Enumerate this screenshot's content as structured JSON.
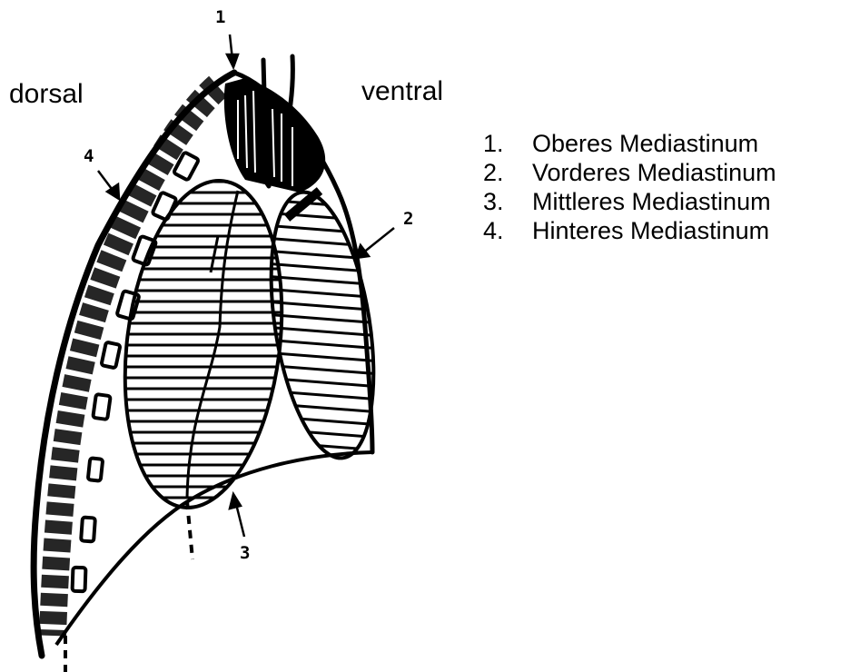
{
  "orientation": {
    "left": "dorsal",
    "right": "ventral"
  },
  "markers": [
    "1",
    "2",
    "3",
    "4"
  ],
  "legend": [
    {
      "num": "1.",
      "label": "Oberes Mediastinum"
    },
    {
      "num": "2.",
      "label": "Vorderes Mediastinum"
    },
    {
      "num": "3.",
      "label": "Mittleres Mediastinum"
    },
    {
      "num": "4.",
      "label": "Hinteres Mediastinum"
    }
  ],
  "colors": {
    "ink": "#000000",
    "background": "#ffffff"
  }
}
